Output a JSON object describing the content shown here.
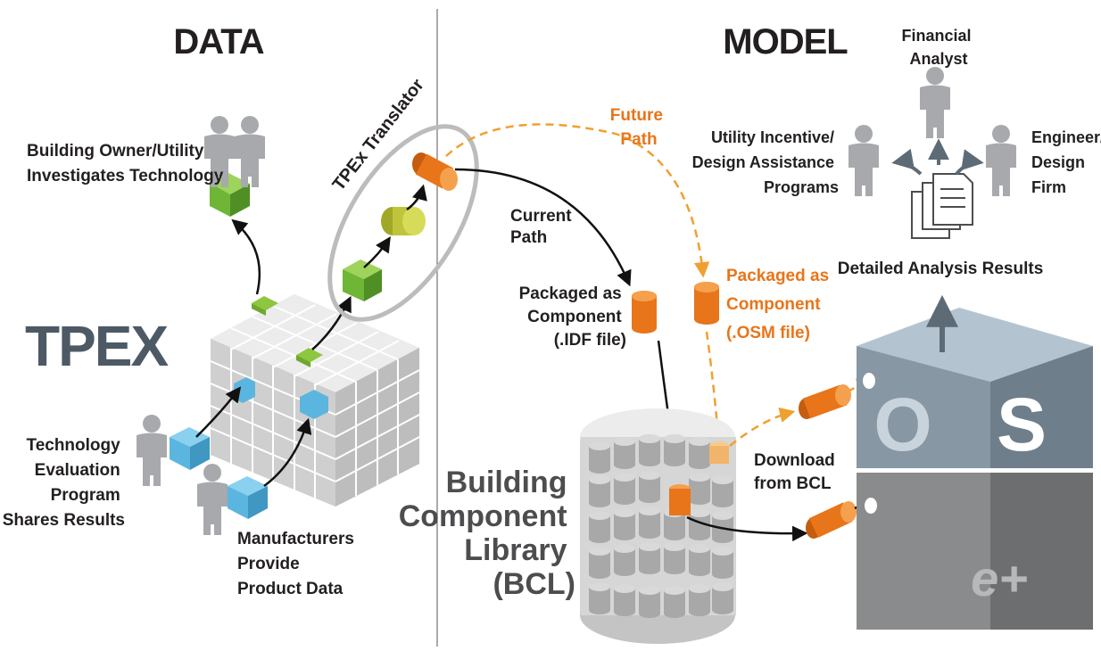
{
  "colors": {
    "text": "#231f20",
    "orange": "#e8751a",
    "green": "#6fb536",
    "blue": "#5bb6df",
    "gray_person": "#a7a9ac",
    "tpex_dark": "#4d5a66",
    "os_top": "#b4c3d0",
    "os_front": "#6f7e8b",
    "ep_front": "#6d6e70"
  },
  "sections": {
    "data_title": "DATA",
    "model_title": "MODEL"
  },
  "tpex_logo": "TPEX",
  "translator": {
    "label": "TPEx Translator"
  },
  "stakeholders": {
    "owner": [
      "Building Owner/Utility",
      "Investigates Technology"
    ],
    "evaluation": [
      "Technology",
      "Evaluation",
      "Program",
      "Shares Results"
    ],
    "manufacturers": [
      "Manufacturers",
      "Provide",
      "Product Data"
    ]
  },
  "paths": {
    "current": [
      "Current",
      "Path"
    ],
    "future": [
      "Future",
      "Path"
    ]
  },
  "components": {
    "idf": [
      "Packaged as",
      "Component",
      "(.IDF file)"
    ],
    "osm": [
      "Packaged as",
      "Component",
      "(.OSM file)"
    ]
  },
  "library": {
    "name": [
      "Building",
      "Component",
      "Library",
      "(BCL)"
    ],
    "download": [
      "Download",
      "from BCL"
    ]
  },
  "results": {
    "label": "Detailed Analysis Results",
    "financial": [
      "Financial",
      "Analyst"
    ],
    "utility": [
      "Utility Incentive/",
      "Design Assistance",
      "Programs"
    ],
    "engineer": [
      "Engineer/",
      "Design",
      "Firm"
    ]
  },
  "engines": {
    "os_letters": [
      "O",
      "S"
    ],
    "ep_letter": "e+"
  }
}
